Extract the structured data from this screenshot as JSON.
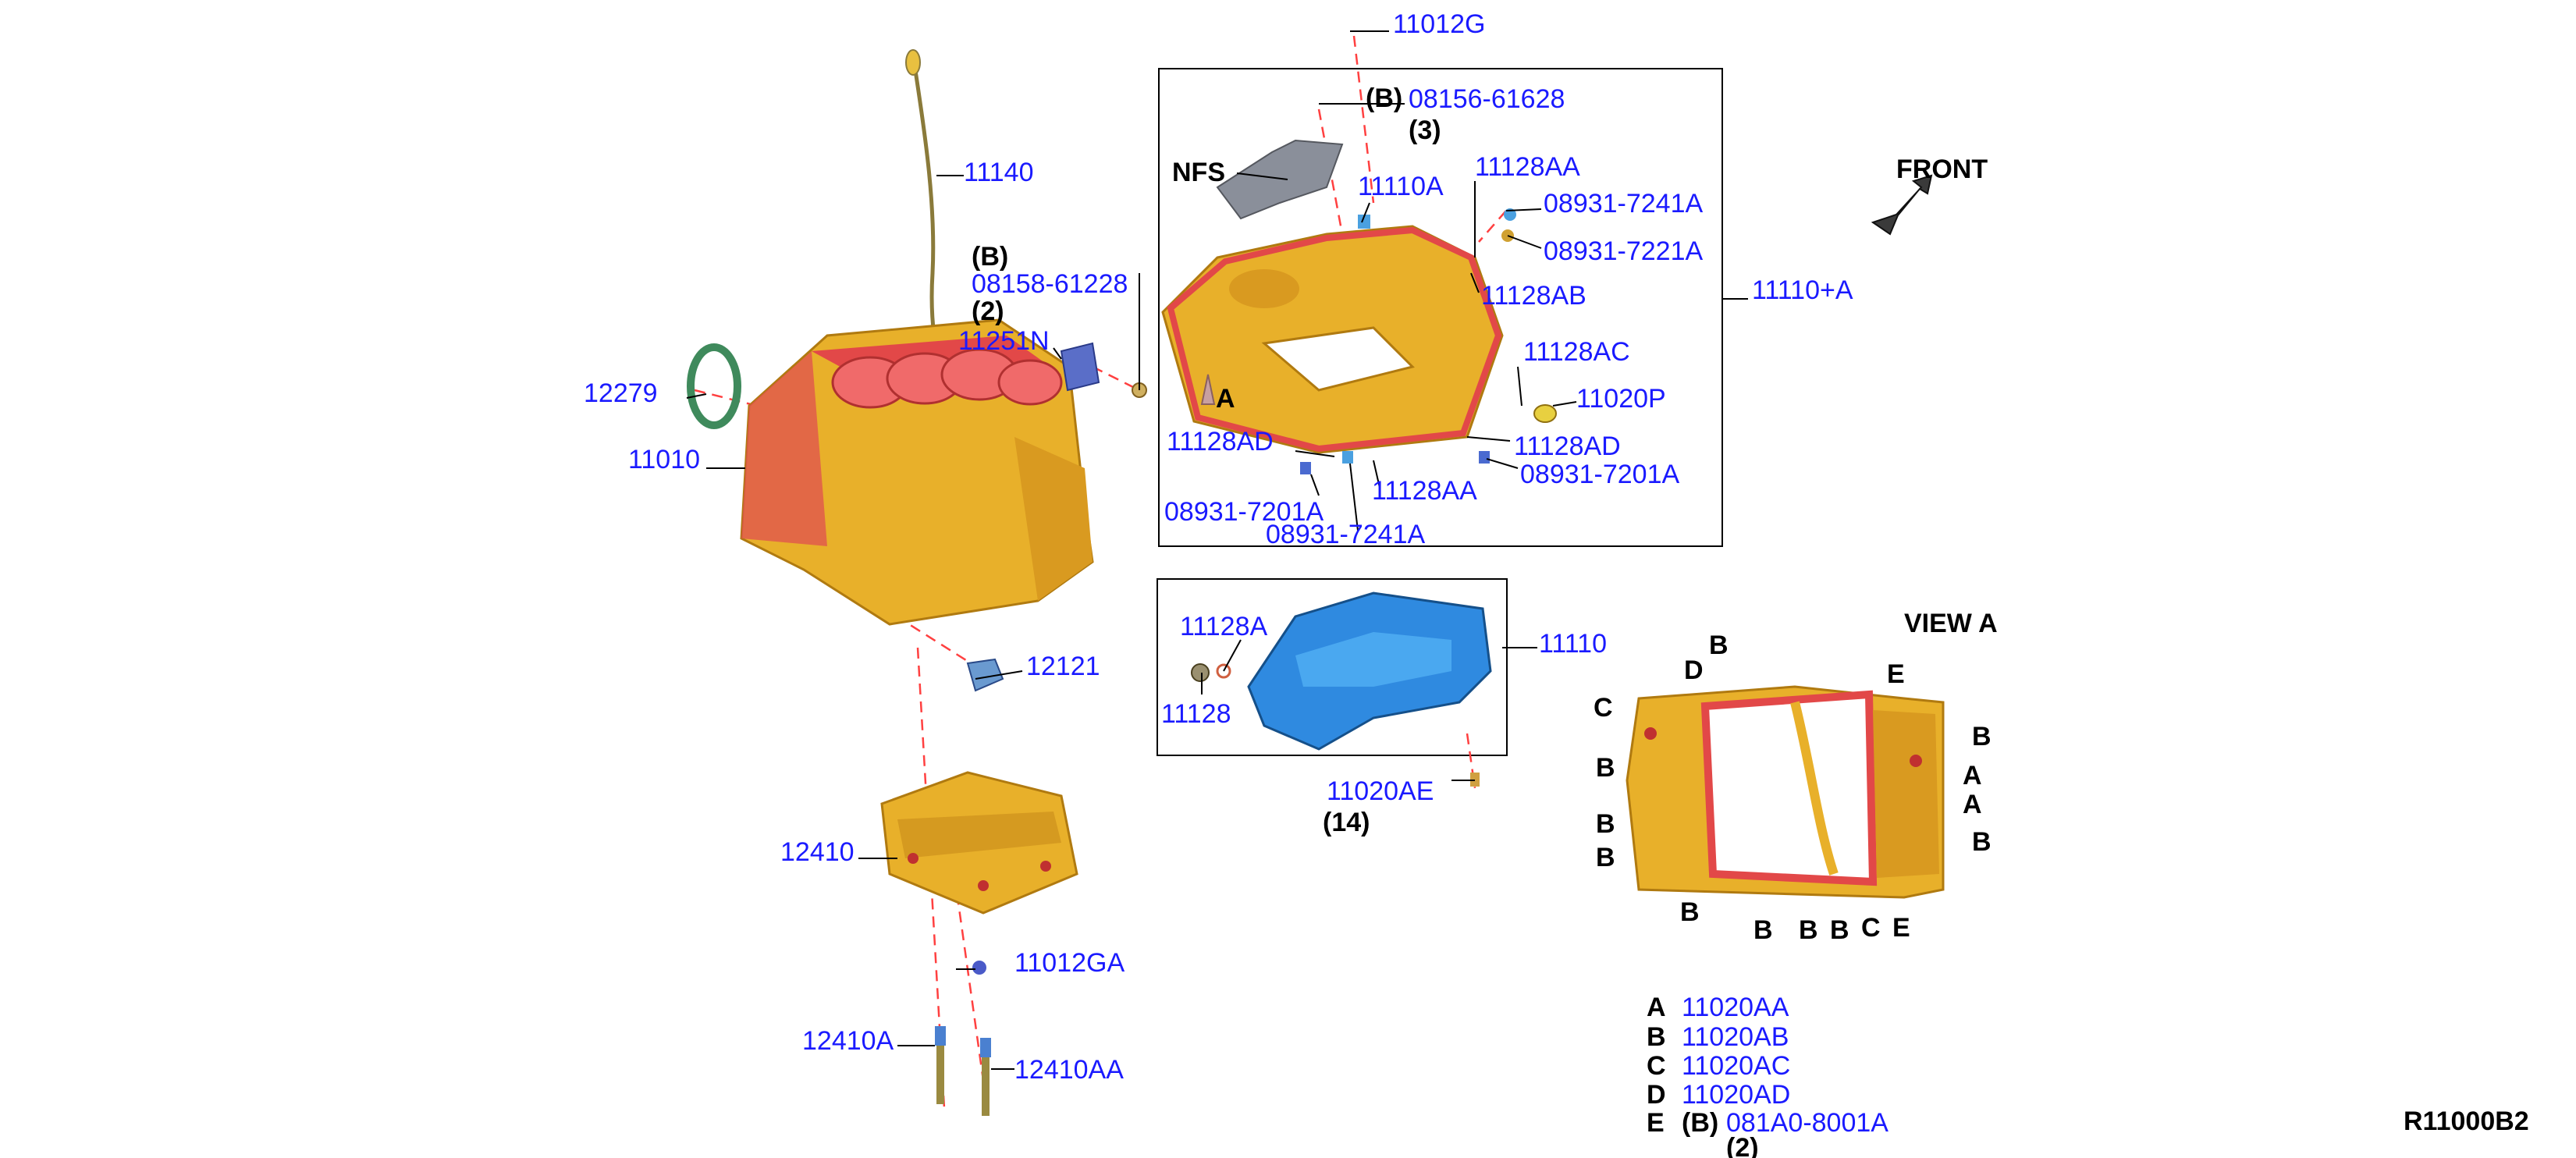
{
  "labels": {
    "p11012G": "11012G",
    "b1": "(B)",
    "p08156_61628": "08156-61628",
    "q3": "(3)",
    "nfs": "NFS",
    "p11110A": "11110A",
    "p11128AA_top": "11128AA",
    "p08931_7241A_top": "08931-7241A",
    "p08931_7221A": "08931-7221A",
    "p11128AB": "11128AB",
    "p11110_A": "11110+A",
    "front": "FRONT",
    "p11140": "11140",
    "b2": "(B)",
    "p08158_61228": "08158-61228",
    "q2": "(2)",
    "p11251N": "11251N",
    "p12279": "12279",
    "p11010": "11010",
    "p11128AC": "11128AC",
    "p11020P": "11020P",
    "arrowA": "A",
    "p11128AD_left": "11128AD",
    "p11128AD_right": "11128AD",
    "p08931_7201A_right": "08931-7201A",
    "p11128AA_bottom": "11128AA",
    "p08931_7201A_left": "08931-7201A",
    "p08931_7241A_bottom": "08931-7241A",
    "p11128A": "11128A",
    "p11128": "11128",
    "p11110": "11110",
    "p12121": "12121",
    "p11020AE": "11020AE",
    "q14": "(14)",
    "p12410": "12410",
    "p11012GA": "11012GA",
    "p12410A": "12410A",
    "p12410AA": "12410AA",
    "viewA": "VIEW A",
    "code": "R11000B2"
  },
  "view_callouts": {
    "B": "B",
    "C": "C",
    "D": "D",
    "E": "E",
    "A": "A"
  },
  "legend": [
    {
      "letter": "A",
      "prefix": "",
      "part": "11020AA",
      "qty": ""
    },
    {
      "letter": "B",
      "prefix": "",
      "part": "11020AB",
      "qty": ""
    },
    {
      "letter": "C",
      "prefix": "",
      "part": "11020AC",
      "qty": ""
    },
    {
      "letter": "D",
      "prefix": "",
      "part": "11020AD",
      "qty": ""
    },
    {
      "letter": "E",
      "prefix": "(B)",
      "part": "081A0-8001A",
      "qty": "(2)"
    }
  ],
  "colors": {
    "part_number": "#1a1aff",
    "casting": "#e8b02a",
    "gasket": "#e05050",
    "oil_pan": "#2f8ae0",
    "leader_dash": "#ff4040"
  }
}
